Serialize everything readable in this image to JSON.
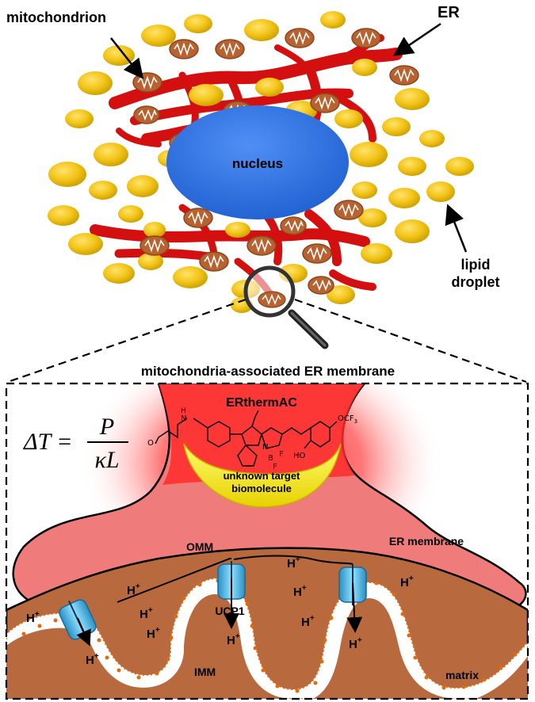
{
  "labels": {
    "mitochondrion": "mitochondrion",
    "er": "ER",
    "nucleus": "nucleus",
    "lipid_line1": "lipid",
    "lipid_line2": "droplet",
    "mam": "mitochondria-associated ER membrane",
    "probe": "ERthermAC",
    "target_line1": "unknown target",
    "target_line2": "biomolecule",
    "er_membrane": "ER membrane",
    "omm": "OMM",
    "imm": "IMM",
    "matrix": "matrix",
    "ucp1": "UCP1"
  },
  "equation": {
    "lhs": "ΔT =",
    "numerator": "P",
    "denominator": "κL"
  },
  "chem": {
    "ocf3": "OCF",
    "ocf3_sub": "3",
    "n": "N",
    "b": "B",
    "f1": "F",
    "f2": "F",
    "nh_n": "N",
    "nh_h": "H",
    "ho": "HO",
    "o": "O"
  },
  "proton": {
    "symbol": "H",
    "charge": "+"
  },
  "colors": {
    "er_red": "#d40f0f",
    "lipid_yellow": "#f2c417",
    "nucleus_blue": "#2f73e6",
    "mito_brown": "#c06a3a",
    "er_membrane_pink": "#f07b7b",
    "matrix_brown": "#b8693d",
    "channel_blue": "#4cb7e6",
    "target_yellow": "#fff21a"
  }
}
